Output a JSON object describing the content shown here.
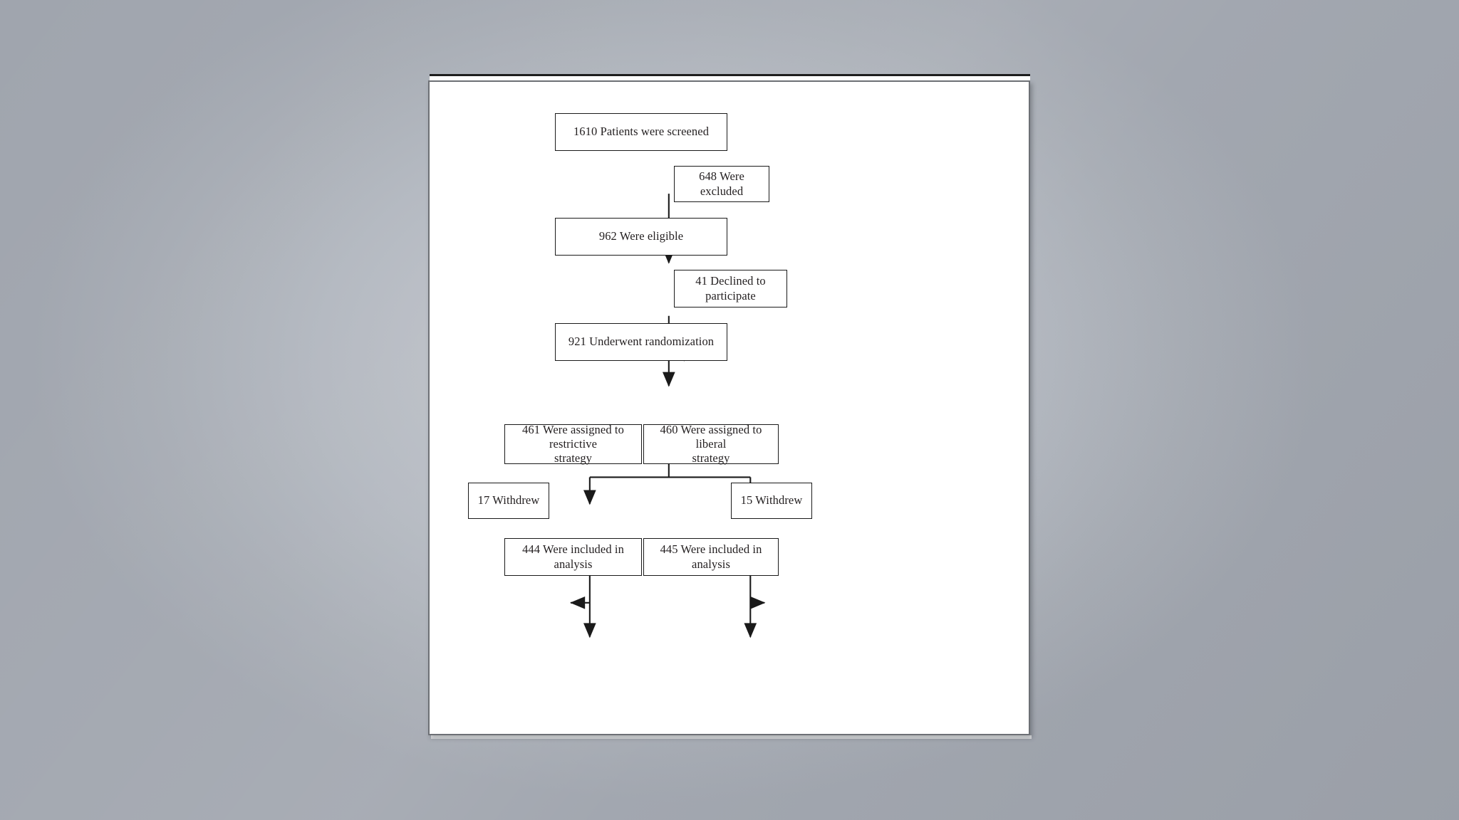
{
  "figure": {
    "type": "consort-flow-diagram",
    "title": "",
    "background_color": "#b2b7bf",
    "sheet_color": "#ffffff",
    "node_border_color": "#1a1a1a",
    "text_color": "#231f20"
  },
  "nodes": {
    "screened": {
      "count": "1610",
      "text": "1610 Patients were screened"
    },
    "excluded": {
      "count": "648",
      "text": "648 Were excluded"
    },
    "eligible": {
      "count": "962",
      "text": "962 Were eligible"
    },
    "declined": {
      "count": "41",
      "text": "41 Declined to participate"
    },
    "randomized": {
      "count": "921",
      "text": "921 Underwent randomization"
    },
    "restrictive": {
      "count": "461",
      "line1": "461 Were assigned to restrictive",
      "line2": "strategy"
    },
    "liberal": {
      "count": "460",
      "line1": "460 Were assigned to liberal",
      "line2": "strategy"
    },
    "withdrew_restrictive": {
      "count": "17",
      "text": "17 Withdrew"
    },
    "withdrew_liberal": {
      "count": "15",
      "text": "15 Withdrew"
    },
    "analysis_restrictive": {
      "count": "444",
      "text": "444 Were included in analysis"
    },
    "analysis_liberal": {
      "count": "445",
      "text": "445 Were included in analysis"
    }
  },
  "edges": [
    {
      "from": "screened",
      "to": "excluded",
      "direction": "right"
    },
    {
      "from": "screened",
      "to": "eligible",
      "direction": "down"
    },
    {
      "from": "eligible",
      "to": "declined",
      "direction": "right"
    },
    {
      "from": "eligible",
      "to": "randomized",
      "direction": "down"
    },
    {
      "from": "randomized",
      "to": "restrictive",
      "direction": "down-split-left"
    },
    {
      "from": "randomized",
      "to": "liberal",
      "direction": "down-split-right"
    },
    {
      "from": "restrictive",
      "to": "withdrew_restrictive",
      "direction": "left"
    },
    {
      "from": "restrictive",
      "to": "analysis_restrictive",
      "direction": "down"
    },
    {
      "from": "liberal",
      "to": "withdrew_liberal",
      "direction": "right"
    },
    {
      "from": "liberal",
      "to": "analysis_liberal",
      "direction": "down"
    }
  ],
  "chart_data": {
    "type": "diagram",
    "title": "CONSORT participant flow",
    "stages": [
      {
        "label": "Patients were screened",
        "value": 1610
      },
      {
        "label": "Were excluded",
        "value": 648
      },
      {
        "label": "Were eligible",
        "value": 962
      },
      {
        "label": "Declined to participate",
        "value": 41
      },
      {
        "label": "Underwent randomization",
        "value": 921
      },
      {
        "label": "Were assigned to restrictive strategy",
        "value": 461
      },
      {
        "label": "Were assigned to liberal strategy",
        "value": 460
      },
      {
        "label": "Withdrew (restrictive)",
        "value": 17
      },
      {
        "label": "Withdrew (liberal)",
        "value": 15
      },
      {
        "label": "Were included in analysis (restrictive)",
        "value": 444
      },
      {
        "label": "Were included in analysis (liberal)",
        "value": 445
      }
    ]
  }
}
